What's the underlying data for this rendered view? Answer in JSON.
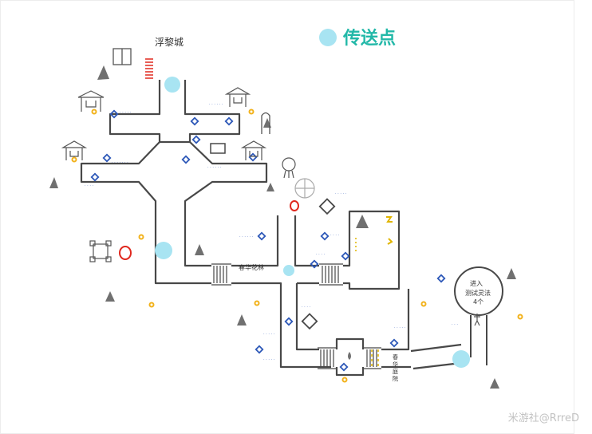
{
  "legend": {
    "teleport_label": "传送点",
    "teleport_color": "#a8e4f2"
  },
  "colors": {
    "path": "#484848",
    "marker": "#2d58b8",
    "coin": "#f2b21c",
    "rock": "#6b6b6b",
    "red": "#e0281e",
    "purple": "#c77ee0",
    "gold": "#e0b500"
  },
  "labels": {
    "city_name": "浮黎城",
    "area_a": "春华花林",
    "area_b": "春华庭院",
    "circle_line1": "进入",
    "circle_line2": "测试灵法",
    "circle_line3": "4个"
  },
  "icons": {
    "door": "double-door-icon",
    "banner": "red-banner-icon",
    "rock": "rock-icon",
    "pavilion": "pavilion-icon",
    "tree": "tree-icon",
    "gate": "gate-icon",
    "statue": "statue-icon",
    "chest": "chest-marker-icon",
    "coin": "coin-icon"
  },
  "watermark": "米游社@RrreD"
}
